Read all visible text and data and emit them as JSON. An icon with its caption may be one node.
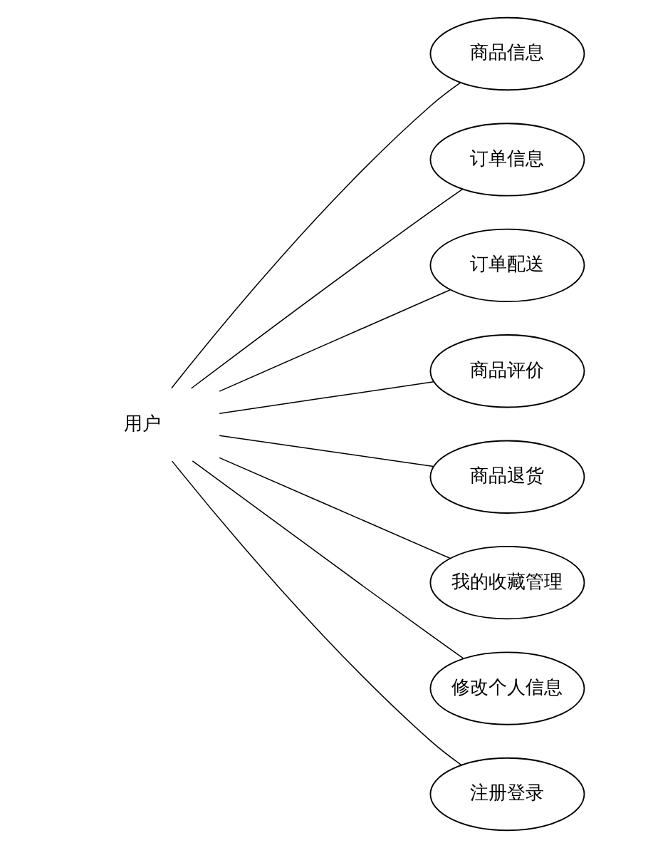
{
  "diagram": {
    "nodes": [
      {
        "text": [
          "用户"
        ]
      },
      {
        "text": [
          "商品信息"
        ]
      },
      {
        "text": [
          "订单信息"
        ]
      },
      {
        "text": [
          "订单配送"
        ]
      },
      {
        "text": [
          "商品评价"
        ]
      },
      {
        "text": [
          "商品退货"
        ]
      },
      {
        "text": [
          "我的收藏管理"
        ]
      },
      {
        "text": [
          "修改个人信息"
        ]
      },
      {
        "text": [
          "注册登录"
        ]
      }
    ],
    "edges": [
      {
        "from": 0,
        "to": 1,
        "arrow": "none"
      },
      {
        "from": 0,
        "to": 2,
        "arrow": "none"
      },
      {
        "from": 0,
        "to": 3,
        "arrow": "none"
      },
      {
        "from": 0,
        "to": 4,
        "arrow": "none"
      },
      {
        "from": 0,
        "to": 5,
        "arrow": "none"
      },
      {
        "from": 0,
        "to": 6,
        "arrow": "none"
      },
      {
        "from": 0,
        "to": 7,
        "arrow": "none"
      },
      {
        "from": 0,
        "to": 8,
        "arrow": "none"
      }
    ]
  }
}
